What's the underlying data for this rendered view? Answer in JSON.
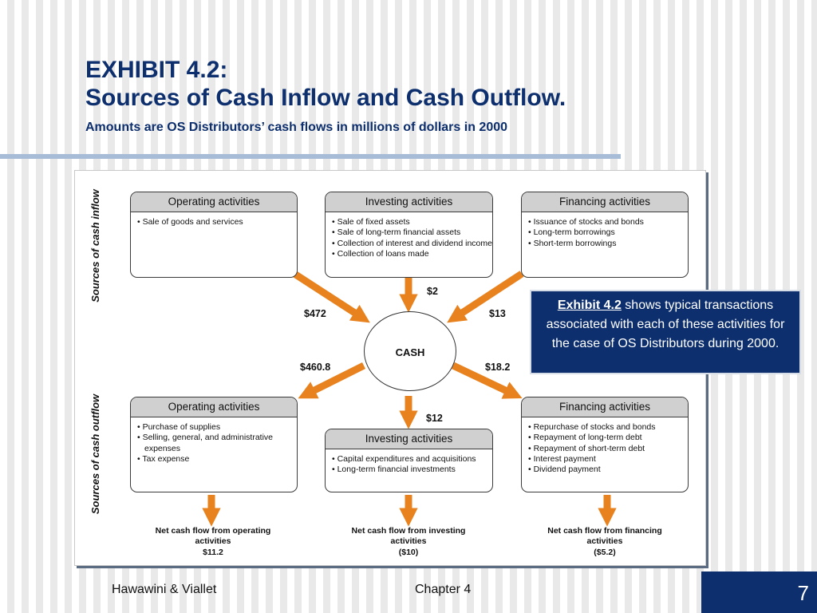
{
  "header": {
    "title_line1": "EXHIBIT 4.2:",
    "title_line2": "Sources of Cash Inflow and Cash Outflow.",
    "subtitle": "Amounts are OS Distributors’ cash flows in millions of dollars in 2000"
  },
  "diagram": {
    "inflow_label": "Sources of cash inflow",
    "outflow_label": "Sources of cash outflow",
    "center_label": "CASH",
    "inflow_boxes": [
      {
        "title": "Operating activities",
        "items": [
          "Sale of goods and services"
        ]
      },
      {
        "title": "Investing activities",
        "items": [
          "Sale of fixed assets",
          "Sale of long-term financial assets",
          "Collection of interest and dividend income",
          "Collection of loans made"
        ]
      },
      {
        "title": "Financing activities",
        "items": [
          "Issuance of stocks and bonds",
          "Long-term borrowings",
          "Short-term borrowings"
        ]
      }
    ],
    "outflow_boxes": [
      {
        "title": "Operating activities",
        "items": [
          "Purchase of supplies",
          "Selling, general, and administrative expenses",
          "Tax expense"
        ]
      },
      {
        "title": "Investing activities",
        "items": [
          "Capital expenditures and acquisitions",
          "Long-term financial investments"
        ]
      },
      {
        "title": "Financing activities",
        "items": [
          "Repurchase of stocks and bonds",
          "Repayment of long-term debt",
          "Repayment of short-term debt",
          "Interest payment",
          "Dividend payment"
        ]
      }
    ],
    "inflow_amounts": {
      "operating": "$472",
      "investing": "$2",
      "financing": "$13"
    },
    "outflow_amounts": {
      "operating": "$460.8",
      "investing": "$12",
      "financing": "$18.2"
    },
    "net_flows": [
      {
        "label_line1": "Net cash flow from operating",
        "label_line2": "activities",
        "value": "$11.2"
      },
      {
        "label_line1": "Net cash flow from investing",
        "label_line2": "activities",
        "value": "($10)"
      },
      {
        "label_line1": "Net cash flow from financing",
        "label_line2": "activities",
        "value": "($5.2)"
      }
    ],
    "arrow_color": "#e8821e"
  },
  "callout": {
    "lead": "Exhibit 4.2",
    "text": " shows typical transactions associated with each of these activities for the case of OS Distributors during 2000."
  },
  "footer": {
    "authors": "Hawawini & Viallet",
    "chapter": "Chapter 4",
    "page": "7"
  },
  "colors": {
    "title": "#0d2f6e",
    "callout_bg": "#0d2f6e",
    "rule": "#a7bcd6",
    "box_header": "#d0d0d0"
  }
}
